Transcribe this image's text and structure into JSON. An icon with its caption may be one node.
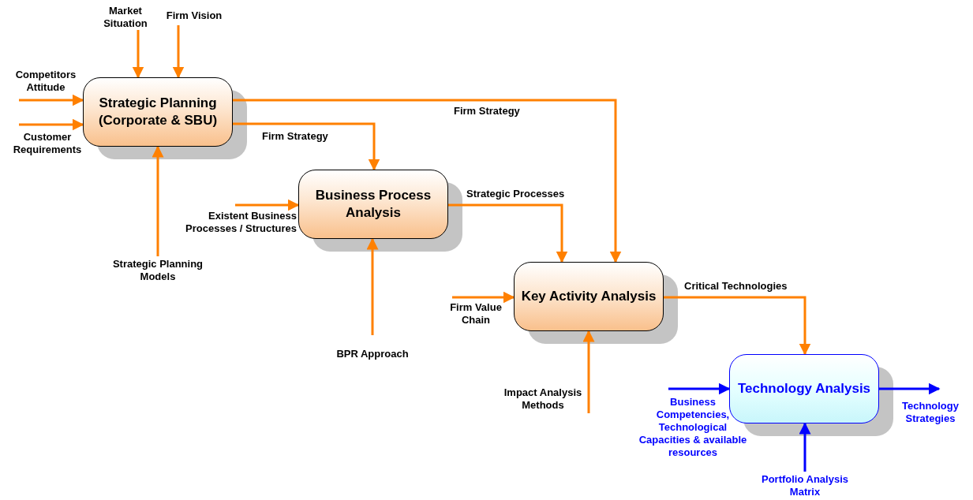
{
  "diagram": {
    "nodes": [
      {
        "text": [
          "Strategic Planning (Corporate & SBU)"
        ]
      },
      {
        "text": [
          "Business Process Analysis"
        ]
      },
      {
        "text": [
          "Key Activity Analysis"
        ]
      },
      {
        "text": [
          "Technology Analysis"
        ]
      },
      {
        "text": [
          "Market Situation"
        ]
      },
      {
        "text": [
          "Firm Vision"
        ]
      },
      {
        "text": [
          "Competitors Attitude"
        ]
      },
      {
        "text": [
          "Customer Requirements"
        ]
      },
      {
        "text": [
          "Strategic Planning Models"
        ]
      },
      {
        "text": [
          "Existent Business Processes / Structures"
        ]
      },
      {
        "text": [
          "BPR Approach"
        ]
      },
      {
        "text": [
          "Firm Value Chain"
        ]
      },
      {
        "text": [
          "Impact Analysis Methods"
        ]
      },
      {
        "text": [
          "Business Competencies, Technological Capacities & available resources"
        ]
      },
      {
        "text": [
          "Portfolio Analysis Matrix"
        ]
      },
      {
        "text": [
          "Technology Strategies"
        ]
      }
    ],
    "edges": [
      {
        "from": 4,
        "to": 0,
        "arrow": "to"
      },
      {
        "from": 5,
        "to": 0,
        "arrow": "to"
      },
      {
        "from": 6,
        "to": 0,
        "arrow": "to"
      },
      {
        "from": 7,
        "to": 0,
        "arrow": "to"
      },
      {
        "from": 8,
        "to": 0,
        "arrow": "to"
      },
      {
        "from": 0,
        "to": 1,
        "arrow": "to",
        "label": "Firm Strategy"
      },
      {
        "from": 0,
        "to": 2,
        "arrow": "to",
        "label": "Firm Strategy"
      },
      {
        "from": 9,
        "to": 1,
        "arrow": "to"
      },
      {
        "from": 10,
        "to": 1,
        "arrow": "to"
      },
      {
        "from": 1,
        "to": 2,
        "arrow": "to",
        "label": "Strategic Processes"
      },
      {
        "from": 11,
        "to": 2,
        "arrow": "to"
      },
      {
        "from": 12,
        "to": 2,
        "arrow": "to"
      },
      {
        "from": 2,
        "to": 3,
        "arrow": "to",
        "label": "Critical Technologies"
      },
      {
        "from": 13,
        "to": 3,
        "arrow": "to",
        "color": "#0000ff"
      },
      {
        "from": 14,
        "to": 3,
        "arrow": "to",
        "color": "#0000ff"
      },
      {
        "from": 3,
        "to": 15,
        "arrow": "to",
        "color": "#0000ff"
      }
    ]
  }
}
